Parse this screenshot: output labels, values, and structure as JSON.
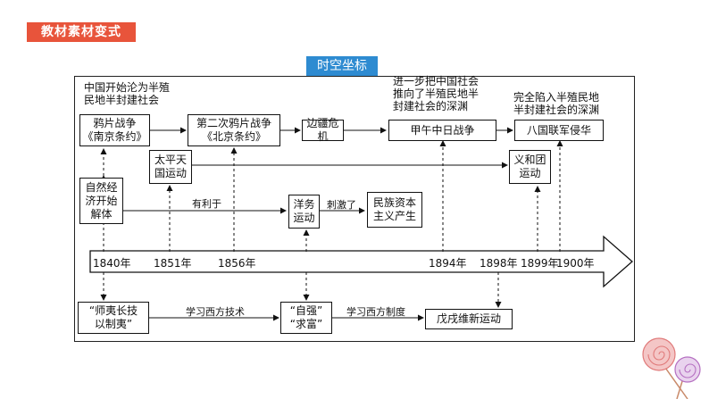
{
  "header": {
    "badge": "教材素材变式",
    "tab": "时空坐标"
  },
  "notes": {
    "n1": "中国开始沦为半殖\n民地半封建社会",
    "n2": "进一步把中国社会\n推向了半殖民地半\n封建社会的深渊",
    "n3": "完全陷入半殖民地\n半封建社会的深渊"
  },
  "boxes": {
    "opium1": "鸦片战争\n《南京条约》",
    "opium2": "第二次鸦片战争\n《北京条约》",
    "frontier": "边疆危机",
    "jiawu": "甲午中日战争",
    "allied": "八国联军侵华",
    "taiping": "太平天\n国运动",
    "boxer": "义和团\n运动",
    "economy": "自然经\n济开始\n解体",
    "yangwu": "洋务\n运动",
    "capital": "民族资本\n主义产生",
    "shiyi": "“师夷长技\n以制夷”",
    "ziqiang": "“自强”\n“求富”",
    "reform": "戊戌维新运动"
  },
  "labels": {
    "youliyu": "有利于",
    "cijile": "刺激了",
    "xuexi_jishu": "学习西方技术",
    "xuexi_zhidu": "学习西方制度"
  },
  "years": {
    "y1840": "1840年",
    "y1851": "1851年",
    "y1856": "1856年",
    "y1894": "1894年",
    "y1898": "1898年",
    "y1899": "1899年",
    "y1900": "1900年"
  },
  "colors": {
    "badge": "#e8543b",
    "tab": "#2e8bd1",
    "line": "#111111"
  }
}
